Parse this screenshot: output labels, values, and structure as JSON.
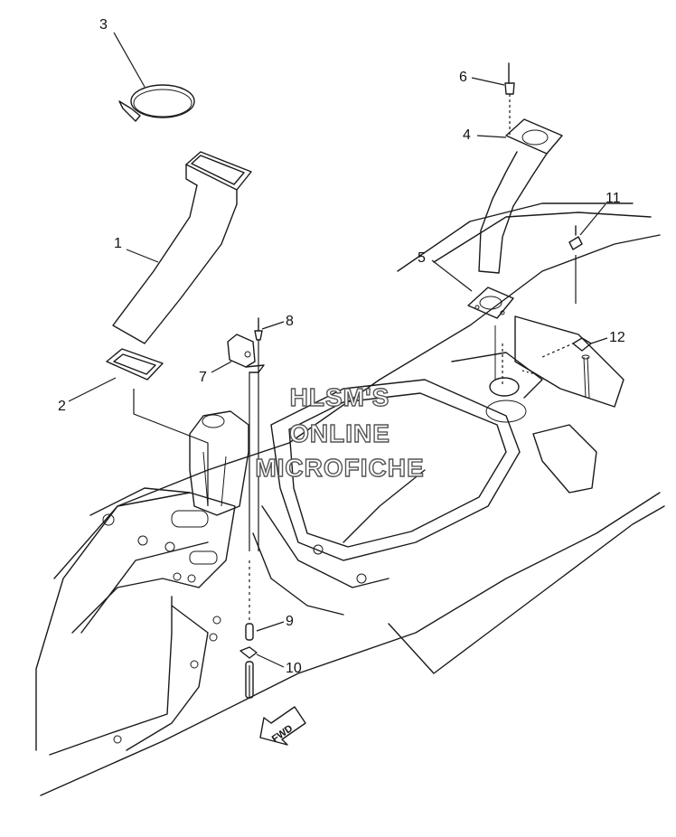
{
  "callouts": [
    {
      "id": "1",
      "label": "1"
    },
    {
      "id": "2",
      "label": "2"
    },
    {
      "id": "3",
      "label": "3"
    },
    {
      "id": "4",
      "label": "4"
    },
    {
      "id": "5",
      "label": "5"
    },
    {
      "id": "6",
      "label": "6"
    },
    {
      "id": "7",
      "label": "7"
    },
    {
      "id": "8",
      "label": "8"
    },
    {
      "id": "9",
      "label": "9"
    },
    {
      "id": "10",
      "label": "10"
    },
    {
      "id": "11",
      "label": "11"
    },
    {
      "id": "12",
      "label": "12"
    }
  ],
  "watermark": {
    "line1": "HLSM'S",
    "line2": "ONLINE",
    "line3": "MICROFICHE"
  },
  "direction_marker": {
    "label": "FWD"
  }
}
